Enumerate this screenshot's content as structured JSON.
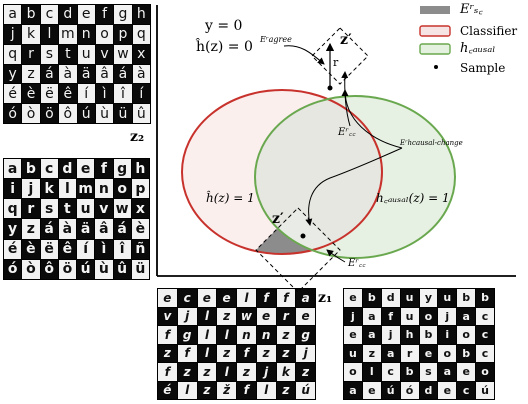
{
  "axes": {
    "x_label": "z₁",
    "y_label": "z₂"
  },
  "condition": {
    "y": "y = 0",
    "h": "ĥ(z) = 0"
  },
  "legend": {
    "items": [
      {
        "label": "Eʳₛ꜀",
        "color": "#8c8c8c"
      },
      {
        "label": "Classifier",
        "color": "#c8322c"
      },
      {
        "label": "h꜀ₐᵤₛₐₗ",
        "color": "#6aa84f"
      },
      {
        "label": "Sample",
        "color": "#000000"
      }
    ]
  },
  "annotations": {
    "z_prime_top": "z′",
    "z_prime_bottom": "z′",
    "radius": "r",
    "e_agree": "Eʳagree",
    "e_cc_top": "Eʳ꜀꜀",
    "e_hcausal_change": "Eʳhcausal-change",
    "e_cc_bottom": "Eʳ꜀꜀",
    "classifier_region": "ĥ(z) = 1",
    "causal_region": "h꜀ₐᵤₛₐₗ(z) = 1"
  },
  "grids": {
    "top": [
      [
        "a",
        "b",
        "c",
        "d",
        "e",
        "f",
        "g",
        "h"
      ],
      [
        "j",
        "k",
        "l",
        "m",
        "n",
        "o",
        "p",
        "q"
      ],
      [
        "q",
        "r",
        "s",
        "t",
        "u",
        "v",
        "w",
        "x"
      ],
      [
        "y",
        "z",
        "á",
        "à",
        "ä",
        "â",
        "á",
        "à"
      ],
      [
        "é",
        "è",
        "ë",
        "ê",
        "í",
        "ì",
        "î",
        "í"
      ],
      [
        "ó",
        "ò",
        "ö",
        "ô",
        "ú",
        "ù",
        "ü",
        "û"
      ]
    ],
    "left": [
      [
        "a",
        "b",
        "c",
        "d",
        "e",
        "f",
        "g",
        "h"
      ],
      [
        "i",
        "j",
        "k",
        "l",
        "m",
        "n",
        "o",
        "p"
      ],
      [
        "q",
        "r",
        "s",
        "t",
        "u",
        "v",
        "w",
        "x"
      ],
      [
        "y",
        "z",
        "á",
        "à",
        "ä",
        "â",
        "á",
        "è"
      ],
      [
        "é",
        "è",
        "ë",
        "ê",
        "í",
        "ì",
        "î",
        "ñ"
      ],
      [
        "ó",
        "ò",
        "ô",
        "ö",
        "ú",
        "ù",
        "û",
        "ü"
      ]
    ],
    "bottom_left": [
      [
        "e",
        "c",
        "e",
        "e",
        "l",
        "f",
        "f",
        "a"
      ],
      [
        "v",
        "j",
        "l",
        "z",
        "w",
        "e",
        "r",
        "e"
      ],
      [
        "f",
        "g",
        "l",
        "l",
        "n",
        "n",
        "z",
        "g"
      ],
      [
        "z",
        "f",
        "l",
        "z",
        "f",
        "z",
        "z",
        "j"
      ],
      [
        "f",
        "z",
        "z",
        "l",
        "z",
        "j",
        "k",
        "z"
      ],
      [
        "é",
        "l",
        "z",
        "ž",
        "f",
        "l",
        "z",
        "ú"
      ]
    ],
    "bottom_right": [
      [
        "e",
        "b",
        "d",
        "u",
        "y",
        "u",
        "b",
        "b"
      ],
      [
        "j",
        "a",
        "f",
        "u",
        "o",
        "j",
        "a",
        "c"
      ],
      [
        "e",
        "a",
        "j",
        "h",
        "b",
        "i",
        "o",
        "c"
      ],
      [
        "u",
        "z",
        "a",
        "r",
        "e",
        "o",
        "b",
        "c"
      ],
      [
        "o",
        "l",
        "c",
        "b",
        "s",
        "a",
        "e",
        "o"
      ],
      [
        "a",
        "e",
        "ú",
        "ó",
        "d",
        "e",
        "c",
        "ú"
      ]
    ]
  }
}
